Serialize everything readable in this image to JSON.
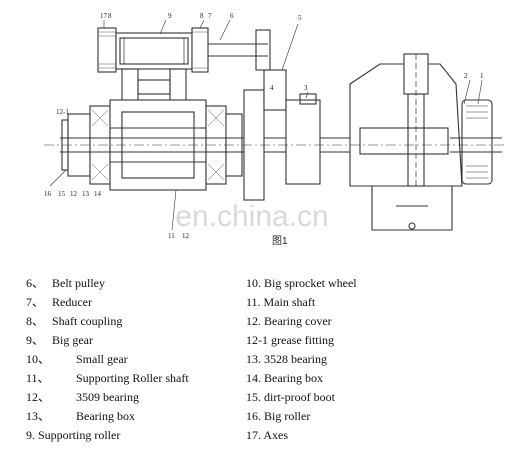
{
  "figure": {
    "caption": "图1",
    "watermark": "en.china.cn",
    "callouts": [
      "17",
      "8",
      "9",
      "8",
      "7",
      "6",
      "5",
      "4",
      "3",
      "2",
      "1",
      "12-1",
      "16",
      "15",
      "12",
      "13",
      "14",
      "11",
      "12"
    ]
  },
  "legend_left": [
    {
      "num": "6、",
      "label": "Belt pulley",
      "indent": 0
    },
    {
      "num": "7、",
      "label": "Reducer",
      "indent": 0
    },
    {
      "num": "8、",
      "label": "Shaft coupling",
      "indent": 0
    },
    {
      "num": "9、",
      "label": "Big gear",
      "indent": 0
    },
    {
      "num": "10、",
      "label": "Small gear",
      "indent": 1
    },
    {
      "num": "11、",
      "label": "Supporting Roller shaft",
      "indent": 1
    },
    {
      "num": "12、",
      "label": "3509 bearing",
      "indent": 1
    },
    {
      "num": "13、",
      "label": "Bearing box",
      "indent": 1
    },
    {
      "num": "",
      "label": "9. Supporting roller",
      "indent": 0
    }
  ],
  "legend_right": [
    "10. Big sprocket wheel",
    "11. Main shaft",
    "12. Bearing cover",
    "12-1 grease fitting",
    "13. 3528 bearing",
    "14. Bearing box",
    "15. dirt-proof boot",
    "16. Big roller",
    "17. Axes"
  ],
  "colors": {
    "line": "#333333",
    "hatch": "#555555",
    "fill": "#ffffff",
    "watermark": "#cfd3d8"
  }
}
